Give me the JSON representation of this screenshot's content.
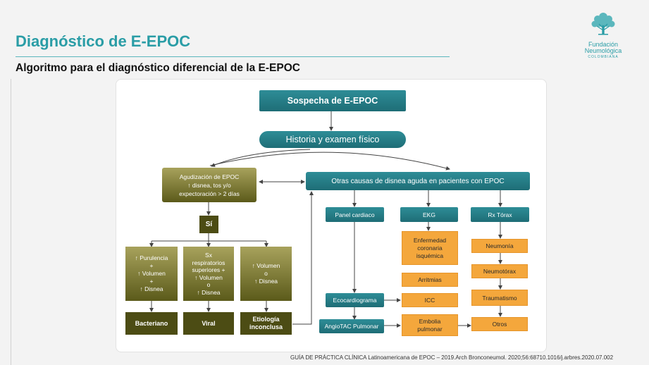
{
  "slide": {
    "title": "Diagnóstico de E-EPOC",
    "subtitle": "Algoritmo para el diagnóstico diferencial de la E-EPOC",
    "caption": "GUÍA DE PRÁCTICA CLÍNICA Latinoamericana de EPOC – 2019.Arch Bronconeumol. 2020;56:68710.1016/j.arbres.2020.07.002"
  },
  "logo": {
    "line1": "Fundación",
    "line2": "Neumológica",
    "line3": "COLOMBIANA"
  },
  "flow": {
    "suspicion": "Sospecha de E-EPOC",
    "history": "Historia y examen físico",
    "exacerbation": {
      "line1": "Agudización de EPOC",
      "line2": "↑ disnea, tos y/o",
      "line3": "expectoración > 2 días"
    },
    "yes": "Sí",
    "cols": [
      {
        "lines": [
          "↑ Purulencia",
          "+",
          "↑ Volumen",
          "+",
          "↑ Disnea"
        ],
        "result": "Bacteriano"
      },
      {
        "lines": [
          "Sx",
          "respiratorios",
          "superiores +",
          "↑ Volumen",
          "o",
          "↑ Disnea"
        ],
        "result": "Viral"
      },
      {
        "lines": [
          "↑ Volumen",
          "o",
          "↑ Disnea"
        ],
        "result_line1": "Etiología",
        "result_line2": "inconclusa"
      }
    ],
    "other_causes": "Otras causas de disnea aguda en pacientes con EPOC",
    "panel_cardiaco": "Panel cardiaco",
    "ekg": "EKG",
    "rx": "Rx Tórax",
    "ecocardiograma": "Ecocardiograma",
    "angiotac": "AngioTAC Pulmonar",
    "ekg_items": {
      "enfermedad": [
        "Enfermedad",
        "coronaria",
        "isquémica"
      ],
      "arritmias": "Arritmias",
      "icc": "ICC",
      "embolia": [
        "Embolia",
        "pulmonar"
      ]
    },
    "rx_items": {
      "neumonia": "Neumonía",
      "neumotorax": "Neumotórax",
      "traumatismo": "Traumatismo",
      "otros": "Otros"
    }
  }
}
